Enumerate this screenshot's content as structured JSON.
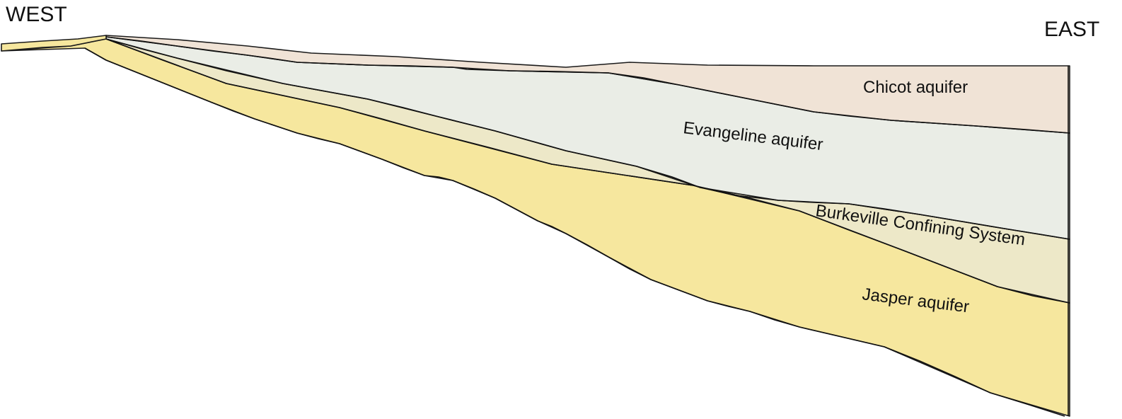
{
  "directions": {
    "west": "WEST",
    "east": "EAST"
  },
  "layers": [
    {
      "id": "chicot",
      "label": "Chicot aquifer",
      "color": "#f0e3d6"
    },
    {
      "id": "evangeline",
      "label": "Evangeline aquifer",
      "color": "#eaede6"
    },
    {
      "id": "burkeville",
      "label": "Burkeville Confining System",
      "color": "#ede8c8"
    },
    {
      "id": "jasper",
      "label": "Jasper aquifer",
      "color": "#f6e79e"
    }
  ]
}
